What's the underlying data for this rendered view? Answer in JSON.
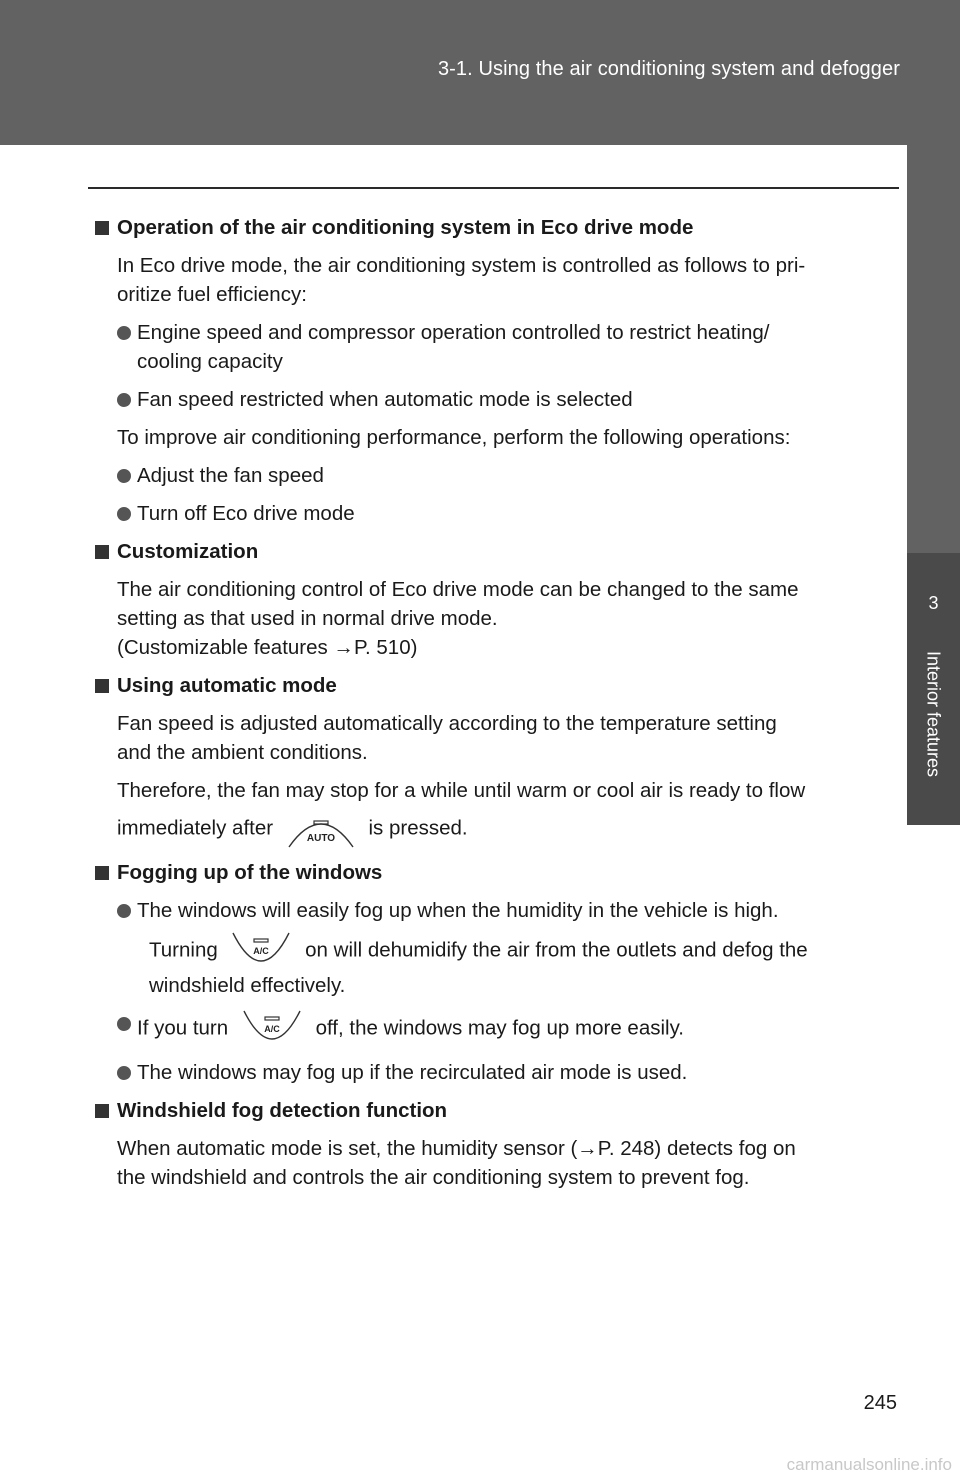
{
  "header": {
    "section_title": "3-1. Using the air conditioning system and defogger"
  },
  "side_tab": {
    "chapter_number": "3",
    "chapter_label": "Interior features"
  },
  "sections": {
    "eco": {
      "heading": "Operation of the air conditioning system in Eco drive mode",
      "intro_line1": "In Eco drive mode, the air conditioning system is controlled as follows to pri-",
      "intro_line2": "oritize fuel efficiency:",
      "bullet1_line1": "Engine speed and compressor operation controlled to restrict heating/",
      "bullet1_line2": "cooling capacity",
      "bullet2": "Fan speed restricted when automatic mode is selected",
      "improve": "To improve air conditioning performance, perform the following operations:",
      "bullet3": "Adjust the fan speed",
      "bullet4": "Turn off Eco drive mode"
    },
    "customization": {
      "heading": "Customization",
      "line1": "The air conditioning control of Eco drive mode can be changed to the same",
      "line2": "setting as that used in normal drive mode.",
      "line3": "(Customizable features →P. 510)"
    },
    "auto": {
      "heading": "Using automatic mode",
      "line1": "Fan speed is adjusted automatically according to the temperature setting",
      "line2": "and the ambient conditions.",
      "line3": "Therefore, the fan may stop for a while until warm or cool air is ready to flow",
      "line4_before": "immediately after",
      "line4_after": "is pressed.",
      "button_label": "AUTO"
    },
    "fog": {
      "heading": "Fogging up of the windows",
      "bullet1_line1": "The windows will easily fog up when the humidity in the vehicle is high.",
      "bullet1_line2_before": "Turning",
      "bullet1_line2_after": "on will dehumidify the air from the outlets and defog the",
      "bullet1_line3": "windshield effectively.",
      "bullet2_before": "If you turn",
      "bullet2_after": "off, the windows may fog up more easily.",
      "bullet3": "The windows may fog up if the recirculated air mode is used.",
      "button_label": "A/C"
    },
    "windshield": {
      "heading": "Windshield fog detection function",
      "line1": "When automatic mode is set, the humidity sensor (→P. 248) detects fog on",
      "line2": "the windshield and controls the air conditioning system to prevent fog."
    }
  },
  "footer": {
    "page_number": "245",
    "watermark": "carmanualsonline.info"
  }
}
